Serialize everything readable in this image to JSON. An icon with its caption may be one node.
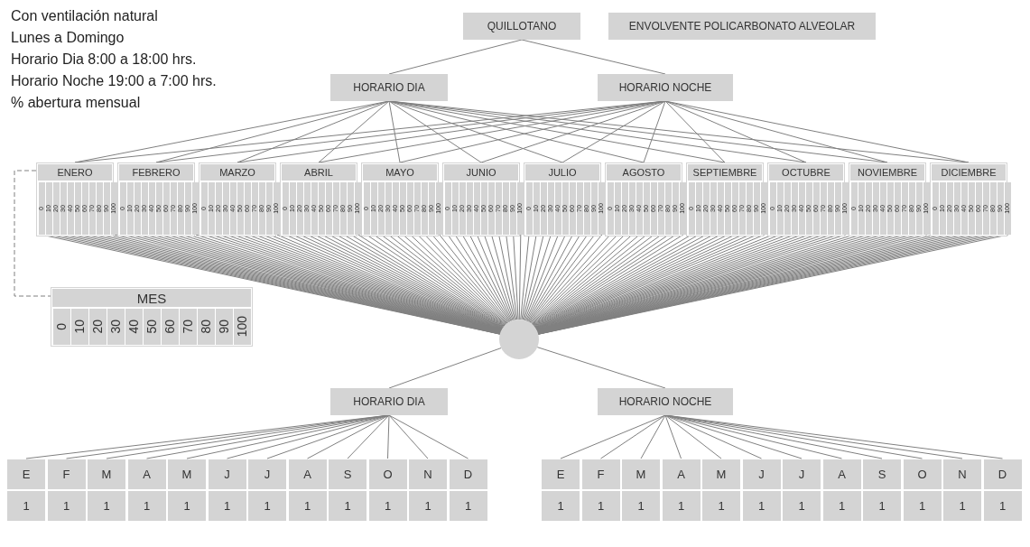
{
  "diagram": {
    "nodes": [
      {
        "text": [
          "QUILLOTANO"
        ]
      },
      {
        "text": [
          "ENVOLVENTE POLICARBONATO ALVEOLAR"
        ]
      },
      {
        "text": [
          "HORARIO DIA"
        ]
      },
      {
        "text": [
          "HORARIO NOCHE"
        ]
      },
      {
        "text": [
          "ENERO"
        ]
      },
      {
        "text": [
          "0"
        ],
        "in": 4
      },
      {
        "text": [
          "10"
        ],
        "in": 4
      },
      {
        "text": [
          "20"
        ],
        "in": 4
      },
      {
        "text": [
          "30"
        ],
        "in": 4
      },
      {
        "text": [
          "40"
        ],
        "in": 4
      },
      {
        "text": [
          "50"
        ],
        "in": 4
      },
      {
        "text": [
          "60"
        ],
        "in": 4
      },
      {
        "text": [
          "70"
        ],
        "in": 4
      },
      {
        "text": [
          "80"
        ],
        "in": 4
      },
      {
        "text": [
          "90"
        ],
        "in": 4
      },
      {
        "text": [
          "100"
        ],
        "in": 4
      },
      {
        "text": [
          "FEBRERO"
        ]
      },
      {
        "text": [
          "0"
        ],
        "in": 16
      },
      {
        "text": [
          "10"
        ],
        "in": 16
      },
      {
        "text": [
          "20"
        ],
        "in": 16
      },
      {
        "text": [
          "30"
        ],
        "in": 16
      },
      {
        "text": [
          "40"
        ],
        "in": 16
      },
      {
        "text": [
          "50"
        ],
        "in": 16
      },
      {
        "text": [
          "60"
        ],
        "in": 16
      },
      {
        "text": [
          "70"
        ],
        "in": 16
      },
      {
        "text": [
          "80"
        ],
        "in": 16
      },
      {
        "text": [
          "90"
        ],
        "in": 16
      },
      {
        "text": [
          "100"
        ],
        "in": 16
      },
      {
        "text": [
          "MARZO"
        ]
      },
      {
        "text": [
          "0"
        ],
        "in": 28
      },
      {
        "text": [
          "10"
        ],
        "in": 28
      },
      {
        "text": [
          "20"
        ],
        "in": 28
      },
      {
        "text": [
          "30"
        ],
        "in": 28
      },
      {
        "text": [
          "40"
        ],
        "in": 28
      },
      {
        "text": [
          "50"
        ],
        "in": 28
      },
      {
        "text": [
          "60"
        ],
        "in": 28
      },
      {
        "text": [
          "70"
        ],
        "in": 28
      },
      {
        "text": [
          "80"
        ],
        "in": 28
      },
      {
        "text": [
          "90"
        ],
        "in": 28
      },
      {
        "text": [
          "100"
        ],
        "in": 28
      },
      {
        "text": [
          "ABRIL"
        ]
      },
      {
        "text": [
          "0"
        ],
        "in": 40
      },
      {
        "text": [
          "10"
        ],
        "in": 40
      },
      {
        "text": [
          "20"
        ],
        "in": 40
      },
      {
        "text": [
          "30"
        ],
        "in": 40
      },
      {
        "text": [
          "40"
        ],
        "in": 40
      },
      {
        "text": [
          "50"
        ],
        "in": 40
      },
      {
        "text": [
          "60"
        ],
        "in": 40
      },
      {
        "text": [
          "70"
        ],
        "in": 40
      },
      {
        "text": [
          "80"
        ],
        "in": 40
      },
      {
        "text": [
          "90"
        ],
        "in": 40
      },
      {
        "text": [
          "100"
        ],
        "in": 40
      },
      {
        "text": [
          "MAYO"
        ]
      },
      {
        "text": [
          "0"
        ],
        "in": 52
      },
      {
        "text": [
          "10"
        ],
        "in": 52
      },
      {
        "text": [
          "20"
        ],
        "in": 52
      },
      {
        "text": [
          "30"
        ],
        "in": 52
      },
      {
        "text": [
          "40"
        ],
        "in": 52
      },
      {
        "text": [
          "50"
        ],
        "in": 52
      },
      {
        "text": [
          "60"
        ],
        "in": 52
      },
      {
        "text": [
          "70"
        ],
        "in": 52
      },
      {
        "text": [
          "80"
        ],
        "in": 52
      },
      {
        "text": [
          "90"
        ],
        "in": 52
      },
      {
        "text": [
          "100"
        ],
        "in": 52
      },
      {
        "text": [
          "JUNIO"
        ]
      },
      {
        "text": [
          "0"
        ],
        "in": 64
      },
      {
        "text": [
          "10"
        ],
        "in": 64
      },
      {
        "text": [
          "20"
        ],
        "in": 64
      },
      {
        "text": [
          "30"
        ],
        "in": 64
      },
      {
        "text": [
          "40"
        ],
        "in": 64
      },
      {
        "text": [
          "50"
        ],
        "in": 64
      },
      {
        "text": [
          "60"
        ],
        "in": 64
      },
      {
        "text": [
          "70"
        ],
        "in": 64
      },
      {
        "text": [
          "80"
        ],
        "in": 64
      },
      {
        "text": [
          "90"
        ],
        "in": 64
      },
      {
        "text": [
          "100"
        ],
        "in": 64
      },
      {
        "text": [
          "JULIO"
        ]
      },
      {
        "text": [
          "0"
        ],
        "in": 76
      },
      {
        "text": [
          "10"
        ],
        "in": 76
      },
      {
        "text": [
          "20"
        ],
        "in": 76
      },
      {
        "text": [
          "30"
        ],
        "in": 76
      },
      {
        "text": [
          "40"
        ],
        "in": 76
      },
      {
        "text": [
          "50"
        ],
        "in": 76
      },
      {
        "text": [
          "60"
        ],
        "in": 76
      },
      {
        "text": [
          "70"
        ],
        "in": 76
      },
      {
        "text": [
          "80"
        ],
        "in": 76
      },
      {
        "text": [
          "90"
        ],
        "in": 76
      },
      {
        "text": [
          "100"
        ],
        "in": 76
      },
      {
        "text": [
          "AGOSTO"
        ]
      },
      {
        "text": [
          "0"
        ],
        "in": 88
      },
      {
        "text": [
          "10"
        ],
        "in": 88
      },
      {
        "text": [
          "20"
        ],
        "in": 88
      },
      {
        "text": [
          "30"
        ],
        "in": 88
      },
      {
        "text": [
          "40"
        ],
        "in": 88
      },
      {
        "text": [
          "50"
        ],
        "in": 88
      },
      {
        "text": [
          "60"
        ],
        "in": 88
      },
      {
        "text": [
          "70"
        ],
        "in": 88
      },
      {
        "text": [
          "80"
        ],
        "in": 88
      },
      {
        "text": [
          "90"
        ],
        "in": 88
      },
      {
        "text": [
          "100"
        ],
        "in": 88
      },
      {
        "text": [
          "SEPTIEMBRE"
        ]
      },
      {
        "text": [
          "0"
        ],
        "in": 100
      },
      {
        "text": [
          "10"
        ],
        "in": 100
      },
      {
        "text": [
          "20"
        ],
        "in": 100
      },
      {
        "text": [
          "30"
        ],
        "in": 100
      },
      {
        "text": [
          "40"
        ],
        "in": 100
      },
      {
        "text": [
          "50"
        ],
        "in": 100
      },
      {
        "text": [
          "60"
        ],
        "in": 100
      },
      {
        "text": [
          "70"
        ],
        "in": 100
      },
      {
        "text": [
          "80"
        ],
        "in": 100
      },
      {
        "text": [
          "90"
        ],
        "in": 100
      },
      {
        "text": [
          "100"
        ],
        "in": 100
      },
      {
        "text": [
          "OCTUBRE"
        ]
      },
      {
        "text": [
          "0"
        ],
        "in": 112
      },
      {
        "text": [
          "10"
        ],
        "in": 112
      },
      {
        "text": [
          "20"
        ],
        "in": 112
      },
      {
        "text": [
          "30"
        ],
        "in": 112
      },
      {
        "text": [
          "40"
        ],
        "in": 112
      },
      {
        "text": [
          "50"
        ],
        "in": 112
      },
      {
        "text": [
          "60"
        ],
        "in": 112
      },
      {
        "text": [
          "70"
        ],
        "in": 112
      },
      {
        "text": [
          "80"
        ],
        "in": 112
      },
      {
        "text": [
          "90"
        ],
        "in": 112
      },
      {
        "text": [
          "100"
        ],
        "in": 112
      },
      {
        "text": [
          "NOVIEMBRE"
        ]
      },
      {
        "text": [
          "0"
        ],
        "in": 124
      },
      {
        "text": [
          "10"
        ],
        "in": 124
      },
      {
        "text": [
          "20"
        ],
        "in": 124
      },
      {
        "text": [
          "30"
        ],
        "in": 124
      },
      {
        "text": [
          "40"
        ],
        "in": 124
      },
      {
        "text": [
          "50"
        ],
        "in": 124
      },
      {
        "text": [
          "60"
        ],
        "in": 124
      },
      {
        "text": [
          "70"
        ],
        "in": 124
      },
      {
        "text": [
          "80"
        ],
        "in": 124
      },
      {
        "text": [
          "90"
        ],
        "in": 124
      },
      {
        "text": [
          "100"
        ],
        "in": 124
      },
      {
        "text": [
          "DICIEMBRE"
        ]
      },
      {
        "text": [
          "0"
        ],
        "in": 136
      },
      {
        "text": [
          "10"
        ],
        "in": 136
      },
      {
        "text": [
          "20"
        ],
        "in": 136
      },
      {
        "text": [
          "30"
        ],
        "in": 136
      },
      {
        "text": [
          "40"
        ],
        "in": 136
      },
      {
        "text": [
          "50"
        ],
        "in": 136
      },
      {
        "text": [
          "60"
        ],
        "in": 136
      },
      {
        "text": [
          "70"
        ],
        "in": 136
      },
      {
        "text": [
          "80"
        ],
        "in": 136
      },
      {
        "text": [
          "90"
        ],
        "in": 136
      },
      {
        "text": [
          "100"
        ],
        "in": 136
      },
      {
        "text": [
          "MES"
        ]
      },
      {
        "text": [
          "0"
        ],
        "in": 148
      },
      {
        "text": [
          "10"
        ],
        "in": 148
      },
      {
        "text": [
          "20"
        ],
        "in": 148
      },
      {
        "text": [
          "30"
        ],
        "in": 148
      },
      {
        "text": [
          "40"
        ],
        "in": 148
      },
      {
        "text": [
          "50"
        ],
        "in": 148
      },
      {
        "text": [
          "60"
        ],
        "in": 148
      },
      {
        "text": [
          "70"
        ],
        "in": 148
      },
      {
        "text": [
          "80"
        ],
        "in": 148
      },
      {
        "text": [
          "90"
        ],
        "in": 148
      },
      {
        "text": [
          "100"
        ],
        "in": 148
      },
      {
        "text": [],
        "shape": "circle"
      },
      {
        "text": [
          "HORARIO DIA"
        ]
      },
      {
        "text": [
          "HORARIO NOCHE"
        ]
      },
      {
        "text": [
          "E",
          "1"
        ]
      },
      {
        "text": [
          "F",
          "1"
        ]
      },
      {
        "text": [
          "M",
          "1"
        ]
      },
      {
        "text": [
          "A",
          "1"
        ]
      },
      {
        "text": [
          "M",
          "1"
        ]
      },
      {
        "text": [
          "J",
          "1"
        ]
      },
      {
        "text": [
          "J",
          "1"
        ]
      },
      {
        "text": [
          "A",
          "1"
        ]
      },
      {
        "text": [
          "S",
          "1"
        ]
      },
      {
        "text": [
          "O",
          "1"
        ]
      },
      {
        "text": [
          "N",
          "1"
        ]
      },
      {
        "text": [
          "D",
          "1"
        ]
      },
      {
        "text": [
          "E",
          "1"
        ]
      },
      {
        "text": [
          "F",
          "1"
        ]
      },
      {
        "text": [
          "M",
          "1"
        ]
      },
      {
        "text": [
          "A",
          "1"
        ]
      },
      {
        "text": [
          "M",
          "1"
        ]
      },
      {
        "text": [
          "J",
          "1"
        ]
      },
      {
        "text": [
          "J",
          "1"
        ]
      },
      {
        "text": [
          "A",
          "1"
        ]
      },
      {
        "text": [
          "S",
          "1"
        ]
      },
      {
        "text": [
          "O",
          "1"
        ]
      },
      {
        "text": [
          "N",
          "1"
        ]
      },
      {
        "text": [
          "D",
          "1"
        ]
      }
    ],
    "edges": [
      {
        "from": 0,
        "to": 2,
        "arrow": "none"
      },
      {
        "from": 0,
        "to": 3,
        "arrow": "none"
      },
      {
        "from": 2,
        "to": 4,
        "arrow": "none"
      },
      {
        "from": 2,
        "to": 16,
        "arrow": "none"
      },
      {
        "from": 2,
        "to": 28,
        "arrow": "none"
      },
      {
        "from": 2,
        "to": 40,
        "arrow": "none"
      },
      {
        "from": 2,
        "to": 52,
        "arrow": "none"
      },
      {
        "from": 2,
        "to": 64,
        "arrow": "none"
      },
      {
        "from": 2,
        "to": 76,
        "arrow": "none"
      },
      {
        "from": 2,
        "to": 88,
        "arrow": "none"
      },
      {
        "from": 2,
        "to": 100,
        "arrow": "none"
      },
      {
        "from": 2,
        "to": 112,
        "arrow": "none"
      },
      {
        "from": 2,
        "to": 124,
        "arrow": "none"
      },
      {
        "from": 2,
        "to": 136,
        "arrow": "none"
      },
      {
        "from": 3,
        "to": 4,
        "arrow": "none"
      },
      {
        "from": 3,
        "to": 16,
        "arrow": "none"
      },
      {
        "from": 3,
        "to": 28,
        "arrow": "none"
      },
      {
        "from": 3,
        "to": 40,
        "arrow": "none"
      },
      {
        "from": 3,
        "to": 52,
        "arrow": "none"
      },
      {
        "from": 3,
        "to": 64,
        "arrow": "none"
      },
      {
        "from": 3,
        "to": 76,
        "arrow": "none"
      },
      {
        "from": 3,
        "to": 88,
        "arrow": "none"
      },
      {
        "from": 3,
        "to": 100,
        "arrow": "none"
      },
      {
        "from": 3,
        "to": 112,
        "arrow": "none"
      },
      {
        "from": 3,
        "to": 124,
        "arrow": "none"
      },
      {
        "from": 3,
        "to": 136,
        "arrow": "none"
      },
      {
        "from": 4,
        "to": 148,
        "arrow": "none",
        "style": "dashed"
      },
      {
        "from": 5,
        "to": 160,
        "arrow": "none"
      },
      {
        "from": 6,
        "to": 160,
        "arrow": "none"
      },
      {
        "from": 7,
        "to": 160,
        "arrow": "none"
      },
      {
        "from": 8,
        "to": 160,
        "arrow": "none"
      },
      {
        "from": 9,
        "to": 160,
        "arrow": "none"
      },
      {
        "from": 10,
        "to": 160,
        "arrow": "none"
      },
      {
        "from": 11,
        "to": 160,
        "arrow": "none"
      },
      {
        "from": 12,
        "to": 160,
        "arrow": "none"
      },
      {
        "from": 13,
        "to": 160,
        "arrow": "none"
      },
      {
        "from": 14,
        "to": 160,
        "arrow": "none"
      },
      {
        "from": 15,
        "to": 160,
        "arrow": "none"
      },
      {
        "from": 17,
        "to": 160,
        "arrow": "none"
      },
      {
        "from": 18,
        "to": 160,
        "arrow": "none"
      },
      {
        "from": 19,
        "to": 160,
        "arrow": "none"
      },
      {
        "from": 20,
        "to": 160,
        "arrow": "none"
      },
      {
        "from": 21,
        "to": 160,
        "arrow": "none"
      },
      {
        "from": 22,
        "to": 160,
        "arrow": "none"
      },
      {
        "from": 23,
        "to": 160,
        "arrow": "none"
      },
      {
        "from": 24,
        "to": 160,
        "arrow": "none"
      },
      {
        "from": 25,
        "to": 160,
        "arrow": "none"
      },
      {
        "from": 26,
        "to": 160,
        "arrow": "none"
      },
      {
        "from": 27,
        "to": 160,
        "arrow": "none"
      },
      {
        "from": 29,
        "to": 160,
        "arrow": "none"
      },
      {
        "from": 30,
        "to": 160,
        "arrow": "none"
      },
      {
        "from": 31,
        "to": 160,
        "arrow": "none"
      },
      {
        "from": 32,
        "to": 160,
        "arrow": "none"
      },
      {
        "from": 33,
        "to": 160,
        "arrow": "none"
      },
      {
        "from": 34,
        "to": 160,
        "arrow": "none"
      },
      {
        "from": 35,
        "to": 160,
        "arrow": "none"
      },
      {
        "from": 36,
        "to": 160,
        "arrow": "none"
      },
      {
        "from": 37,
        "to": 160,
        "arrow": "none"
      },
      {
        "from": 38,
        "to": 160,
        "arrow": "none"
      },
      {
        "from": 39,
        "to": 160,
        "arrow": "none"
      },
      {
        "from": 41,
        "to": 160,
        "arrow": "none"
      },
      {
        "from": 42,
        "to": 160,
        "arrow": "none"
      },
      {
        "from": 43,
        "to": 160,
        "arrow": "none"
      },
      {
        "from": 44,
        "to": 160,
        "arrow": "none"
      },
      {
        "from": 45,
        "to": 160,
        "arrow": "none"
      },
      {
        "from": 46,
        "to": 160,
        "arrow": "none"
      },
      {
        "from": 47,
        "to": 160,
        "arrow": "none"
      },
      {
        "from": 48,
        "to": 160,
        "arrow": "none"
      },
      {
        "from": 49,
        "to": 160,
        "arrow": "none"
      },
      {
        "from": 50,
        "to": 160,
        "arrow": "none"
      },
      {
        "from": 51,
        "to": 160,
        "arrow": "none"
      },
      {
        "from": 53,
        "to": 160,
        "arrow": "none"
      },
      {
        "from": 54,
        "to": 160,
        "arrow": "none"
      },
      {
        "from": 55,
        "to": 160,
        "arrow": "none"
      },
      {
        "from": 56,
        "to": 160,
        "arrow": "none"
      },
      {
        "from": 57,
        "to": 160,
        "arrow": "none"
      },
      {
        "from": 58,
        "to": 160,
        "arrow": "none"
      },
      {
        "from": 59,
        "to": 160,
        "arrow": "none"
      },
      {
        "from": 60,
        "to": 160,
        "arrow": "none"
      },
      {
        "from": 61,
        "to": 160,
        "arrow": "none"
      },
      {
        "from": 62,
        "to": 160,
        "arrow": "none"
      },
      {
        "from": 63,
        "to": 160,
        "arrow": "none"
      },
      {
        "from": 65,
        "to": 160,
        "arrow": "none"
      },
      {
        "from": 66,
        "to": 160,
        "arrow": "none"
      },
      {
        "from": 67,
        "to": 160,
        "arrow": "none"
      },
      {
        "from": 68,
        "to": 160,
        "arrow": "none"
      },
      {
        "from": 69,
        "to": 160,
        "arrow": "none"
      },
      {
        "from": 70,
        "to": 160,
        "arrow": "none"
      },
      {
        "from": 71,
        "to": 160,
        "arrow": "none"
      },
      {
        "from": 72,
        "to": 160,
        "arrow": "none"
      },
      {
        "from": 73,
        "to": 160,
        "arrow": "none"
      },
      {
        "from": 74,
        "to": 160,
        "arrow": "none"
      },
      {
        "from": 75,
        "to": 160,
        "arrow": "none"
      },
      {
        "from": 77,
        "to": 160,
        "arrow": "none"
      },
      {
        "from": 78,
        "to": 160,
        "arrow": "none"
      },
      {
        "from": 79,
        "to": 160,
        "arrow": "none"
      },
      {
        "from": 80,
        "to": 160,
        "arrow": "none"
      },
      {
        "from": 81,
        "to": 160,
        "arrow": "none"
      },
      {
        "from": 82,
        "to": 160,
        "arrow": "none"
      },
      {
        "from": 83,
        "to": 160,
        "arrow": "none"
      },
      {
        "from": 84,
        "to": 160,
        "arrow": "none"
      },
      {
        "from": 85,
        "to": 160,
        "arrow": "none"
      },
      {
        "from": 86,
        "to": 160,
        "arrow": "none"
      },
      {
        "from": 87,
        "to": 160,
        "arrow": "none"
      },
      {
        "from": 89,
        "to": 160,
        "arrow": "none"
      },
      {
        "from": 90,
        "to": 160,
        "arrow": "none"
      },
      {
        "from": 91,
        "to": 160,
        "arrow": "none"
      },
      {
        "from": 92,
        "to": 160,
        "arrow": "none"
      },
      {
        "from": 93,
        "to": 160,
        "arrow": "none"
      },
      {
        "from": 94,
        "to": 160,
        "arrow": "none"
      },
      {
        "from": 95,
        "to": 160,
        "arrow": "none"
      },
      {
        "from": 96,
        "to": 160,
        "arrow": "none"
      },
      {
        "from": 97,
        "to": 160,
        "arrow": "none"
      },
      {
        "from": 98,
        "to": 160,
        "arrow": "none"
      },
      {
        "from": 99,
        "to": 160,
        "arrow": "none"
      },
      {
        "from": 101,
        "to": 160,
        "arrow": "none"
      },
      {
        "from": 102,
        "to": 160,
        "arrow": "none"
      },
      {
        "from": 103,
        "to": 160,
        "arrow": "none"
      },
      {
        "from": 104,
        "to": 160,
        "arrow": "none"
      },
      {
        "from": 105,
        "to": 160,
        "arrow": "none"
      },
      {
        "from": 106,
        "to": 160,
        "arrow": "none"
      },
      {
        "from": 107,
        "to": 160,
        "arrow": "none"
      },
      {
        "from": 108,
        "to": 160,
        "arrow": "none"
      },
      {
        "from": 109,
        "to": 160,
        "arrow": "none"
      },
      {
        "from": 110,
        "to": 160,
        "arrow": "none"
      },
      {
        "from": 111,
        "to": 160,
        "arrow": "none"
      },
      {
        "from": 113,
        "to": 160,
        "arrow": "none"
      },
      {
        "from": 114,
        "to": 160,
        "arrow": "none"
      },
      {
        "from": 115,
        "to": 160,
        "arrow": "none"
      },
      {
        "from": 116,
        "to": 160,
        "arrow": "none"
      },
      {
        "from": 117,
        "to": 160,
        "arrow": "none"
      },
      {
        "from": 118,
        "to": 160,
        "arrow": "none"
      },
      {
        "from": 119,
        "to": 160,
        "arrow": "none"
      },
      {
        "from": 120,
        "to": 160,
        "arrow": "none"
      },
      {
        "from": 121,
        "to": 160,
        "arrow": "none"
      },
      {
        "from": 122,
        "to": 160,
        "arrow": "none"
      },
      {
        "from": 123,
        "to": 160,
        "arrow": "none"
      },
      {
        "from": 125,
        "to": 160,
        "arrow": "none"
      },
      {
        "from": 126,
        "to": 160,
        "arrow": "none"
      },
      {
        "from": 127,
        "to": 160,
        "arrow": "none"
      },
      {
        "from": 128,
        "to": 160,
        "arrow": "none"
      },
      {
        "from": 129,
        "to": 160,
        "arrow": "none"
      },
      {
        "from": 130,
        "to": 160,
        "arrow": "none"
      },
      {
        "from": 131,
        "to": 160,
        "arrow": "none"
      },
      {
        "from": 132,
        "to": 160,
        "arrow": "none"
      },
      {
        "from": 133,
        "to": 160,
        "arrow": "none"
      },
      {
        "from": 134,
        "to": 160,
        "arrow": "none"
      },
      {
        "from": 135,
        "to": 160,
        "arrow": "none"
      },
      {
        "from": 137,
        "to": 160,
        "arrow": "none"
      },
      {
        "from": 138,
        "to": 160,
        "arrow": "none"
      },
      {
        "from": 139,
        "to": 160,
        "arrow": "none"
      },
      {
        "from": 140,
        "to": 160,
        "arrow": "none"
      },
      {
        "from": 141,
        "to": 160,
        "arrow": "none"
      },
      {
        "from": 142,
        "to": 160,
        "arrow": "none"
      },
      {
        "from": 143,
        "to": 160,
        "arrow": "none"
      },
      {
        "from": 144,
        "to": 160,
        "arrow": "none"
      },
      {
        "from": 145,
        "to": 160,
        "arrow": "none"
      },
      {
        "from": 146,
        "to": 160,
        "arrow": "none"
      },
      {
        "from": 147,
        "to": 160,
        "arrow": "none"
      },
      {
        "from": 160,
        "to": 161,
        "arrow": "none"
      },
      {
        "from": 160,
        "to": 162,
        "arrow": "none"
      },
      {
        "from": 161,
        "to": 163,
        "arrow": "none"
      },
      {
        "from": 161,
        "to": 164,
        "arrow": "none"
      },
      {
        "from": 161,
        "to": 165,
        "arrow": "none"
      },
      {
        "from": 161,
        "to": 166,
        "arrow": "none"
      },
      {
        "from": 161,
        "to": 167,
        "arrow": "none"
      },
      {
        "from": 161,
        "to": 168,
        "arrow": "none"
      },
      {
        "from": 161,
        "to": 169,
        "arrow": "none"
      },
      {
        "from": 161,
        "to": 170,
        "arrow": "none"
      },
      {
        "from": 161,
        "to": 171,
        "arrow": "none"
      },
      {
        "from": 161,
        "to": 172,
        "arrow": "none"
      },
      {
        "from": 161,
        "to": 173,
        "arrow": "none"
      },
      {
        "from": 161,
        "to": 174,
        "arrow": "none"
      },
      {
        "from": 162,
        "to": 175,
        "arrow": "none"
      },
      {
        "from": 162,
        "to": 176,
        "arrow": "none"
      },
      {
        "from": 162,
        "to": 177,
        "arrow": "none"
      },
      {
        "from": 162,
        "to": 178,
        "arrow": "none"
      },
      {
        "from": 162,
        "to": 179,
        "arrow": "none"
      },
      {
        "from": 162,
        "to": 180,
        "arrow": "none"
      },
      {
        "from": 162,
        "to": 181,
        "arrow": "none"
      },
      {
        "from": 162,
        "to": 182,
        "arrow": "none"
      },
      {
        "from": 162,
        "to": 183,
        "arrow": "none"
      },
      {
        "from": 162,
        "to": 184,
        "arrow": "none"
      },
      {
        "from": 162,
        "to": 185,
        "arrow": "none"
      },
      {
        "from": 162,
        "to": 186,
        "arrow": "none"
      }
    ],
    "labels": [
      "Con ventilación natural",
      "Lunes a Domingo",
      "Horario Dia 8:00 a 18:00 hrs.",
      "Horario Noche 19:00 a 7:00 hrs.",
      "% abertura mensual"
    ]
  }
}
